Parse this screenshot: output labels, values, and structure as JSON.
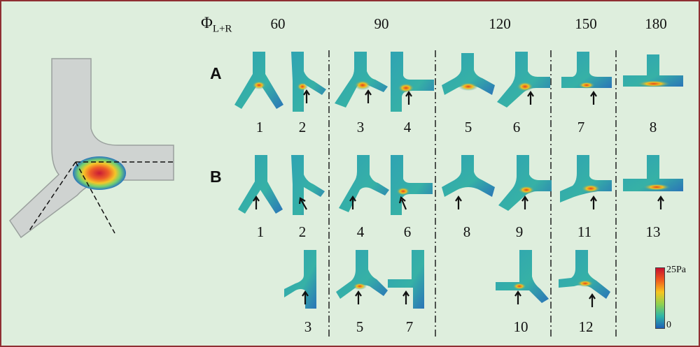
{
  "header": {
    "phi_symbol": "Φ",
    "phi_subscript": "L+R",
    "angles": [
      "60",
      "90",
      "120",
      "150",
      "180"
    ]
  },
  "rows": {
    "A": {
      "label": "A",
      "items": [
        "1",
        "2",
        "3",
        "4",
        "5",
        "6",
        "7",
        "8"
      ]
    },
    "B": {
      "label": "B",
      "items": [
        "1",
        "2",
        "4",
        "6",
        "8",
        "9",
        "11",
        "13"
      ]
    },
    "C": {
      "items": [
        "3",
        "5",
        "7",
        "10",
        "12"
      ]
    }
  },
  "colorbar": {
    "max_label": "25Pa",
    "min_label": "0",
    "colors": [
      "#c8102e",
      "#f05a1e",
      "#f7c51f",
      "#8fd14f",
      "#2db6a8",
      "#1f5fb5"
    ]
  },
  "colors": {
    "frame_border": "#8f2f33",
    "background": "#deeedd",
    "vessel_teal": "#2fa3b3",
    "vessel_gray": "#cfd3d1"
  }
}
